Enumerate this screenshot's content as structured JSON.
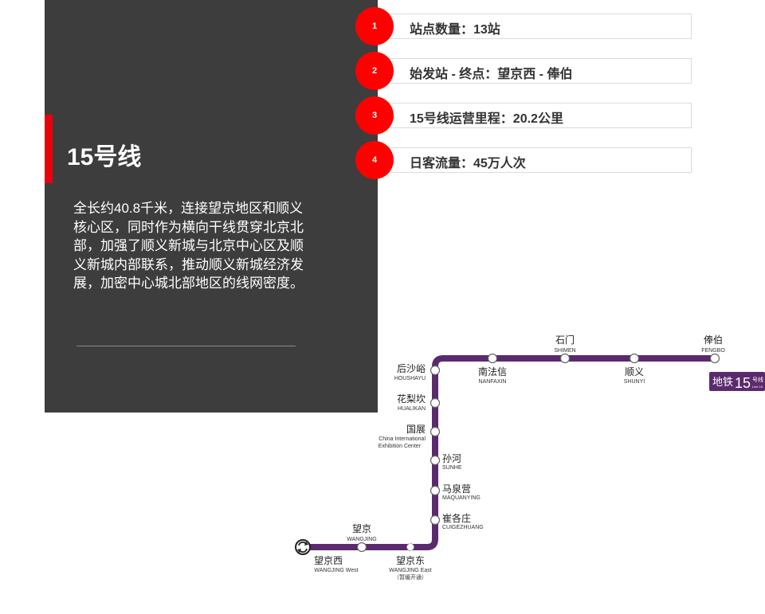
{
  "line": {
    "title": "15号线",
    "description": "全长约40.8千米，连接望京地区和顺义核心区，同时作为横向干线贯穿北京北部，加强了顺义新城与北京中心区及顺义新城内部联系，推动顺义新城经济发展，加密中心城北部地区的线网密度。"
  },
  "stats": [
    {
      "num": "1",
      "text": "站点数量：13站"
    },
    {
      "num": "2",
      "text": "始发站 - 终点：望京西 - 俸伯"
    },
    {
      "num": "3",
      "text": "15号线运营里程：20.2公里"
    },
    {
      "num": "4",
      "text": "日客流量：45万人次"
    }
  ],
  "map": {
    "stations": {
      "fengbo": {
        "cn": "俸伯",
        "en": "FENGBO"
      },
      "shimen": {
        "cn": "石门",
        "en": "SHIMEN"
      },
      "shunyi": {
        "cn": "顺义",
        "en": "SHUNYI"
      },
      "nanfaxin": {
        "cn": "南法信",
        "en": "NANFAXIN"
      },
      "houshayu": {
        "cn": "后沙峪",
        "en": "HOUSHAYU"
      },
      "hualikan": {
        "cn": "花梨坎",
        "en": "HUALIKAN"
      },
      "guozhan": {
        "cn": "国展",
        "en1": "China International",
        "en2": "Exhibition Center"
      },
      "sunhe": {
        "cn": "孙河",
        "en": "SUNHE"
      },
      "maquanying": {
        "cn": "马泉营",
        "en": "MAQUANYING"
      },
      "cuigezhuang": {
        "cn": "崔各庄",
        "en": "CUIGEZHUANG"
      },
      "wangjing": {
        "cn": "望京",
        "en": "WANGJING"
      },
      "wangjingxi": {
        "cn": "望京西",
        "en": "WANGJING West"
      },
      "wangjingdong": {
        "cn": "望京东",
        "en": "WANGJING East",
        "note": "（暂缓开通）"
      }
    },
    "badge": {
      "prefix": "地铁",
      "num": "15",
      "suffix": "号线",
      "small": "Line 15"
    },
    "line_color": "#5b2a6e"
  },
  "colors": {
    "panel": "#3d3d3d",
    "accent": "#e8000b",
    "circle": "#ff0000"
  }
}
